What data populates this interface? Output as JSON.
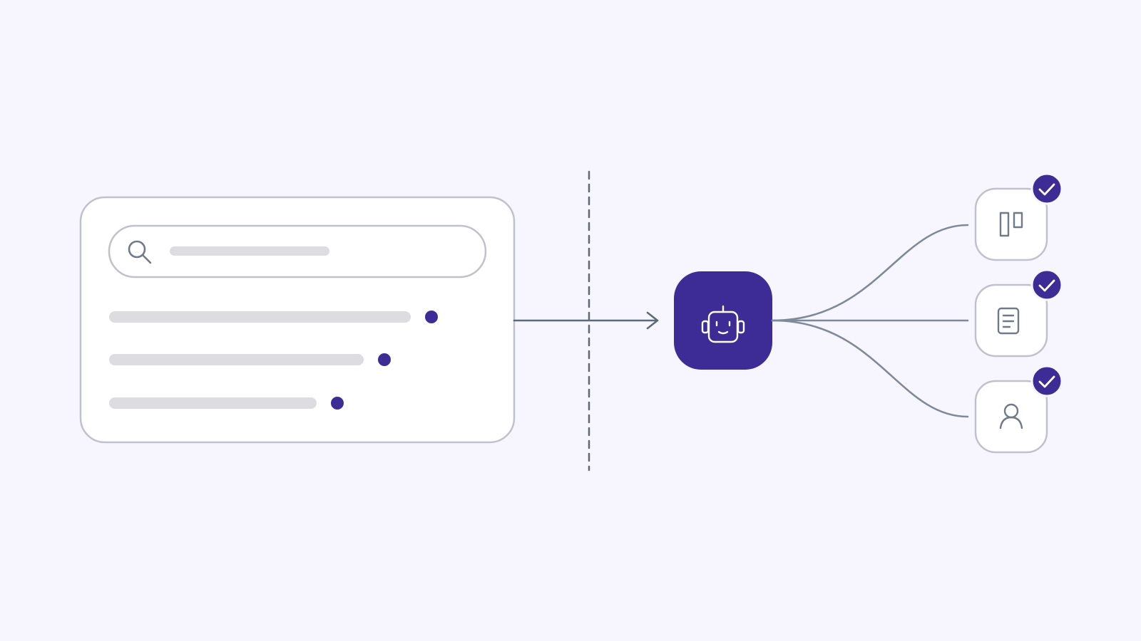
{
  "colors": {
    "background": "#f7f6fe",
    "card": "#ffffff",
    "card_border": "#bfc1cc",
    "placeholder_bar": "#dcdce1",
    "accent": "#3e2c96",
    "connector": "#7d8a9a",
    "arrow": "#5b6b7c",
    "divider": "#5c6a78",
    "icon_stroke": "#6f7b8a",
    "icon_on_accent": "#ffffff"
  },
  "search_card": {
    "search_icon": "search-icon",
    "result_rows": [
      {
        "marker": "dot"
      },
      {
        "marker": "dot"
      },
      {
        "marker": "dot"
      }
    ]
  },
  "agent": {
    "icon": "robot-icon"
  },
  "outputs": [
    {
      "icon": "kanban-board-icon",
      "status_icon": "check-icon",
      "status": "done"
    },
    {
      "icon": "document-icon",
      "status_icon": "check-icon",
      "status": "done"
    },
    {
      "icon": "user-icon",
      "status_icon": "check-icon",
      "status": "done"
    }
  ]
}
